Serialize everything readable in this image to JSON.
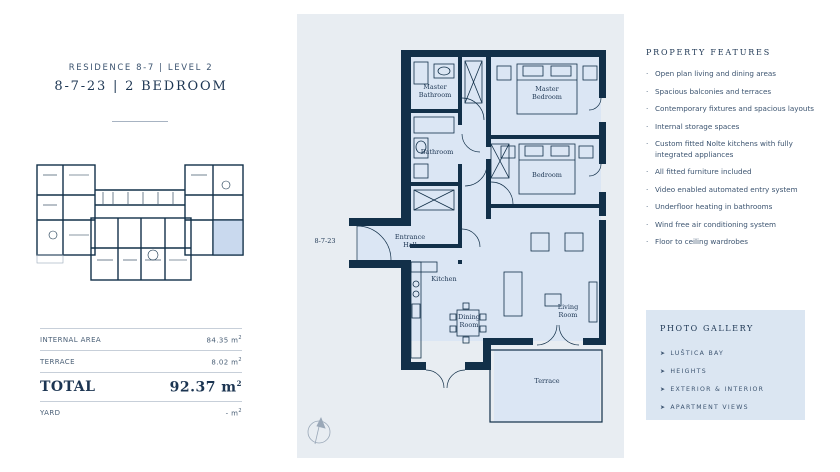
{
  "header": {
    "residence_line": "RESIDENCE 8-7 | LEVEL 2",
    "unit_title": "8-7-23 | 2 BEDROOM"
  },
  "areas": {
    "internal_label": "INTERNAL AREA",
    "internal_value": "84.35 m",
    "terrace_label": "TERRACE",
    "terrace_value": "8.02 m",
    "total_label": "TOTAL",
    "total_value": "92.37 m",
    "yard_label": "YARD",
    "yard_value": "- m",
    "sup": "2"
  },
  "plan": {
    "unit_tag": "8-7-23",
    "rooms": {
      "master_bathroom_1": "Master",
      "master_bathroom_2": "Bathroom",
      "master_bedroom_1": "Master",
      "master_bedroom_2": "Bedroom",
      "bathroom": "Bathroom",
      "bedroom": "Bedroom",
      "entrance_1": "Entrance",
      "entrance_2": "Hall",
      "kitchen": "Kitchen",
      "dining_1": "Dining",
      "dining_2": "Room",
      "living_1": "Living",
      "living_2": "Room",
      "terrace": "Terrace"
    }
  },
  "features": {
    "title": "PROPERTY FEATURES",
    "bullet": "·",
    "items": [
      "Open plan living and dining areas",
      "Spacious balconies and terraces",
      "Contemporary fixtures and spacious layouts",
      "Internal storage spaces",
      "Custom fitted Nolte kitchens with fully integrated appliances",
      "All fitted furniture included",
      "Video enabled automated entry system",
      "Underfloor heating in bathrooms",
      "Wind free air conditioning system",
      "Floor to ceiling wardrobes"
    ]
  },
  "gallery": {
    "title": "PHOTO GALLERY",
    "arrow": "➤",
    "links": [
      "LUŠTICA BAY",
      "HEIGHTS",
      "EXTERIOR & INTERIOR",
      "APARTMENT VIEWS"
    ]
  },
  "colors": {
    "navy": "#123049",
    "room_fill": "#dbe6f4",
    "panel_bg": "#e8edf2",
    "gallery_bg": "#dbe6f2"
  },
  "icons": {
    "compass": "north-arrow-icon",
    "gallery_arrow": "arrow-right-icon"
  }
}
